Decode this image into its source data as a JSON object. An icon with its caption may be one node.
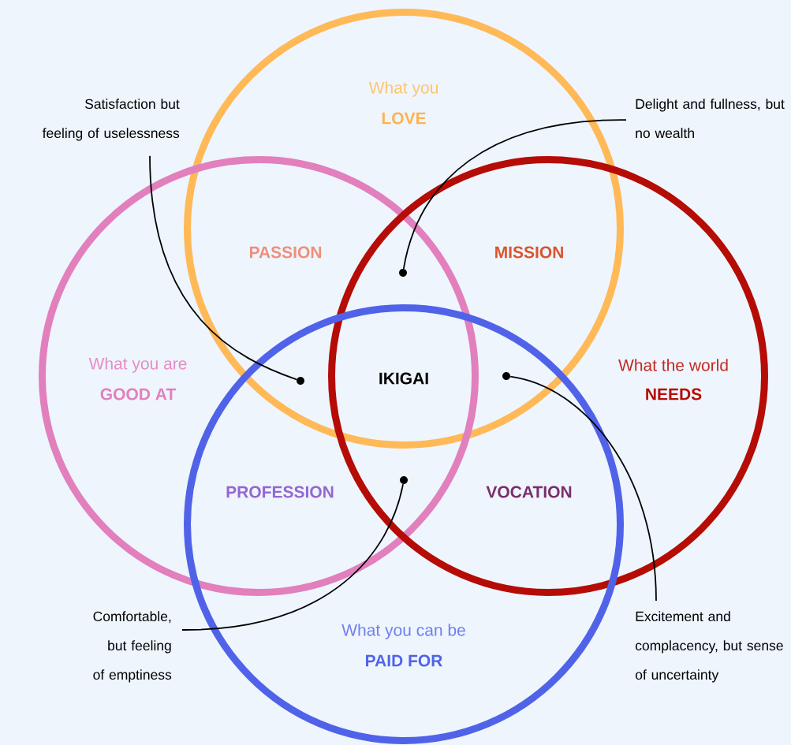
{
  "diagram": {
    "nodes": [
      {
        "text": [
          "What you",
          "LOVE"
        ]
      },
      {
        "text": [
          "What you are",
          "GOOD AT"
        ]
      },
      {
        "text": [
          "What the world",
          "NEEDS"
        ]
      },
      {
        "text": [
          "What you can be",
          "PAID FOR"
        ]
      },
      {
        "text": [
          "Satisfaction but feeling of uselessness"
        ]
      },
      {
        "text": [
          "Delight and fullness, but no wealth"
        ]
      },
      {
        "text": [
          "Comfortable, but feeling of emptiness"
        ]
      },
      {
        "text": [
          "Excitement and complacency, but sense of uncertainty"
        ]
      },
      {
        "text": [],
        "shape": "circle"
      },
      {
        "text": [],
        "shape": "circle"
      },
      {
        "text": [],
        "shape": "circle"
      },
      {
        "text": [],
        "shape": "circle"
      }
    ],
    "edges": [
      {
        "from": 4,
        "to": 10,
        "arrow": "none"
      },
      {
        "from": 5,
        "to": 8,
        "arrow": "none"
      },
      {
        "from": 6,
        "to": 11,
        "arrow": "none"
      },
      {
        "from": 7,
        "to": 9,
        "arrow": "none"
      }
    ],
    "labels": [
      "PASSION",
      "MISSION",
      "IKIGAI",
      "PROFESSION",
      "VOCATION"
    ]
  }
}
